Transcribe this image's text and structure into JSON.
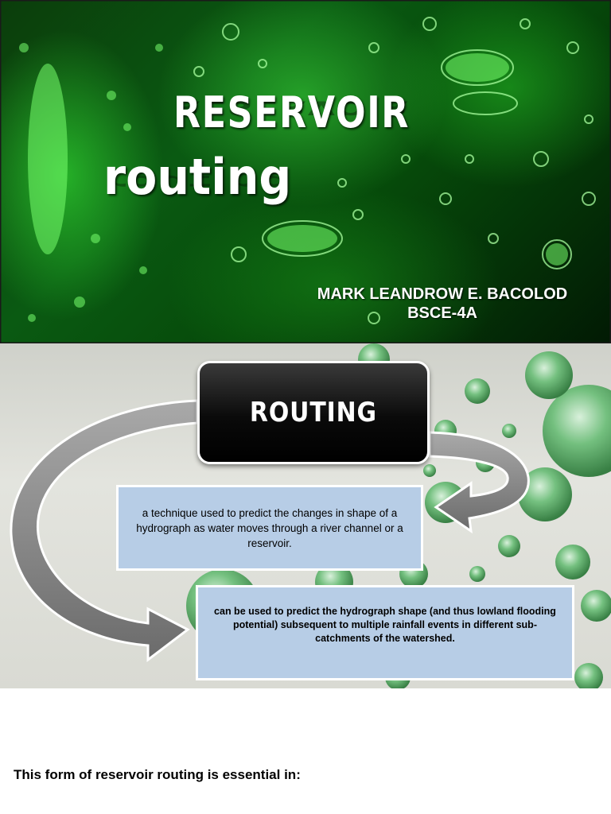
{
  "slide1": {
    "title_line1": "RESERVOIR",
    "title_line2": "routing",
    "author_name": "MARK LEANDROW E. BACOLOD",
    "author_section": "BSCE-4A"
  },
  "slide2": {
    "heading": "ROUTING",
    "definition": "a technique used to predict the changes in shape of a hydrograph as water moves through a river channel or a reservoir.",
    "usage": "can be used to predict the hydrograph shape (and thus lowland flooding potential) subsequent to multiple rainfall events in different sub-catchments of the watershed."
  },
  "footer": {
    "text": "This form of reservoir routing is essential in:"
  },
  "colors": {
    "slide1_green": "#0a5a12",
    "box_blue": "#b7cde6",
    "heading_box_black": "#000000",
    "arrow_gray": "#8a8a8a"
  }
}
